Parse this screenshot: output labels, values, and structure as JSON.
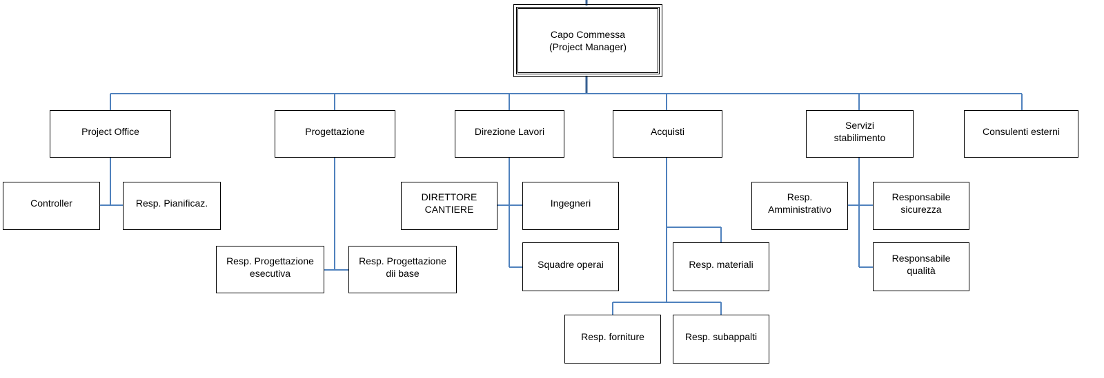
{
  "root": {
    "label": "Capo Commessa\n(Project Manager)"
  },
  "departments": {
    "project_office": {
      "label": "Project Office",
      "children": [
        "Controller",
        "Resp. Pianificaz."
      ]
    },
    "progettazione": {
      "label": "Progettazione",
      "children": [
        "Resp. Progettazione\nesecutiva",
        "Resp. Progettazione\ndii base"
      ]
    },
    "direzione_lavori": {
      "label": "Direzione Lavori",
      "children": [
        "DIRETTORE\nCANTIERE",
        "Ingegneri",
        "Squadre operai"
      ]
    },
    "acquisti": {
      "label": "Acquisti",
      "children": [
        "Resp. materiali",
        "Resp. forniture",
        "Resp. subappalti"
      ]
    },
    "servizi_stabilimento": {
      "label": "Servizi\nstabilimento",
      "children": [
        "Resp.\nAmministrativo",
        "Responsabile\nsicurezza",
        "Responsabile\nqualità"
      ]
    },
    "consulenti_esterni": {
      "label": "Consulenti esterni",
      "children": []
    }
  },
  "colors": {
    "connector": "#4f81bd",
    "connector_main": "#365f91",
    "box_border": "#000000",
    "background": "#ffffff"
  }
}
